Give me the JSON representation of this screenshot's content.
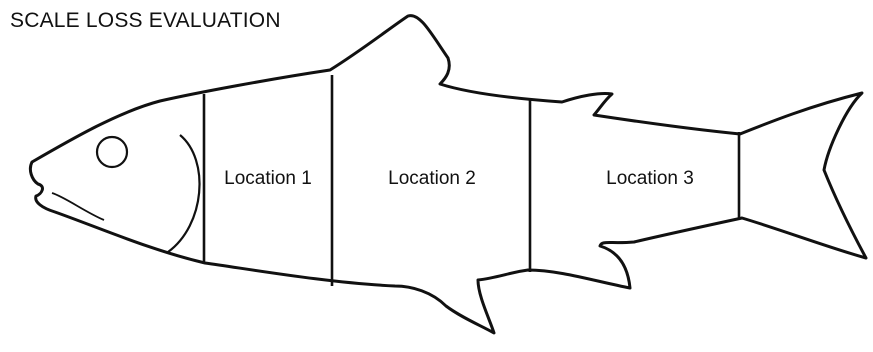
{
  "diagram": {
    "title": "SCALE LOSS EVALUATION",
    "locations": [
      "Location 1",
      "Location 2",
      "Location 3"
    ],
    "colors": {
      "outline": "#111111",
      "fill": "#ffffff",
      "text": "#111111"
    }
  }
}
